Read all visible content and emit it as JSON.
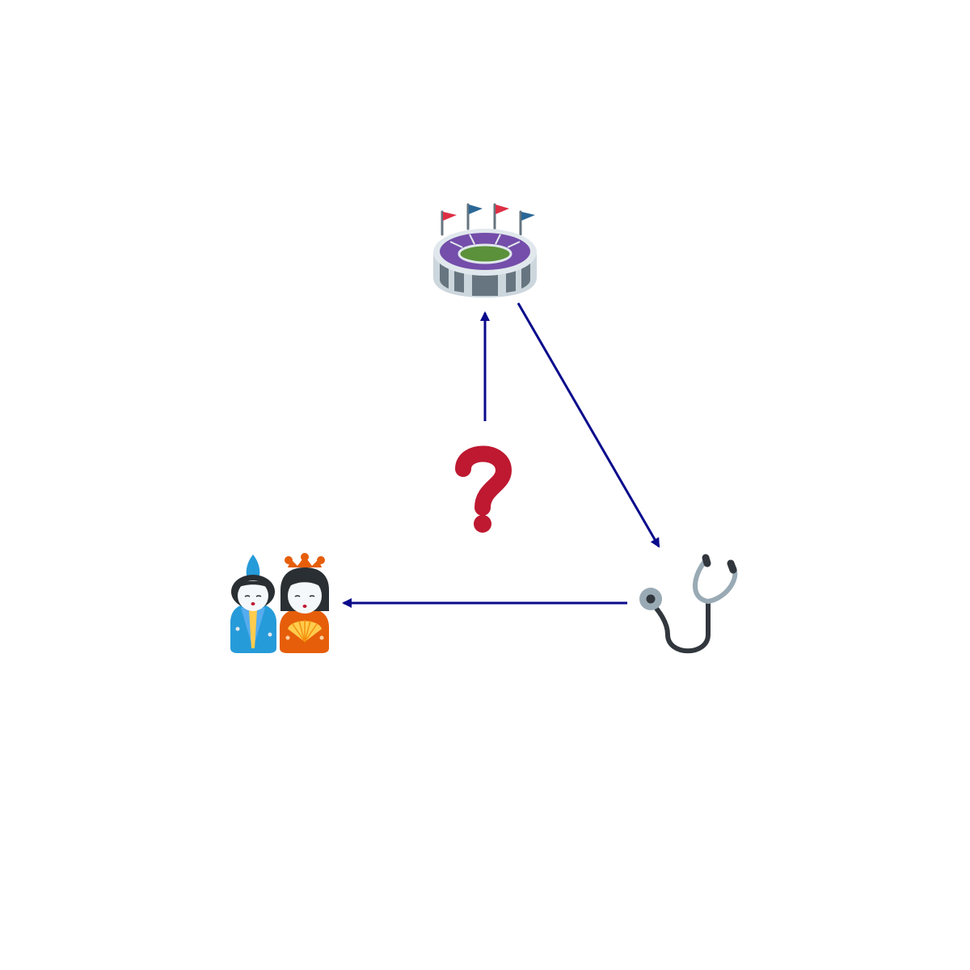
{
  "diagram": {
    "nodes": [
      {
        "id": "stadium",
        "icon": "stadium-icon"
      },
      {
        "id": "stethoscope",
        "icon": "stethoscope-icon"
      },
      {
        "id": "dolls",
        "icon": "japanese-dolls-icon"
      },
      {
        "id": "question",
        "icon": "question-mark-icon"
      }
    ],
    "edges": [
      {
        "from": "question",
        "to": "stadium"
      },
      {
        "from": "stadium",
        "to": "stethoscope"
      },
      {
        "from": "stethoscope",
        "to": "dolls"
      }
    ],
    "colors": {
      "arrow": "#0a0a8c",
      "question": "#be1931",
      "stadium_purple": "#744eaa",
      "stadium_field": "#5c913b",
      "stadium_body": "#ccd6dd",
      "stadium_arches": "#66757f",
      "flag_red": "#dd2e44",
      "flag_blue": "#2a6797",
      "stethoscope_dark": "#31373d",
      "stethoscope_light": "#99aab5",
      "doll_blue": "#269bd9",
      "doll_orange": "#f4900c",
      "doll_hair": "#292f33"
    }
  }
}
